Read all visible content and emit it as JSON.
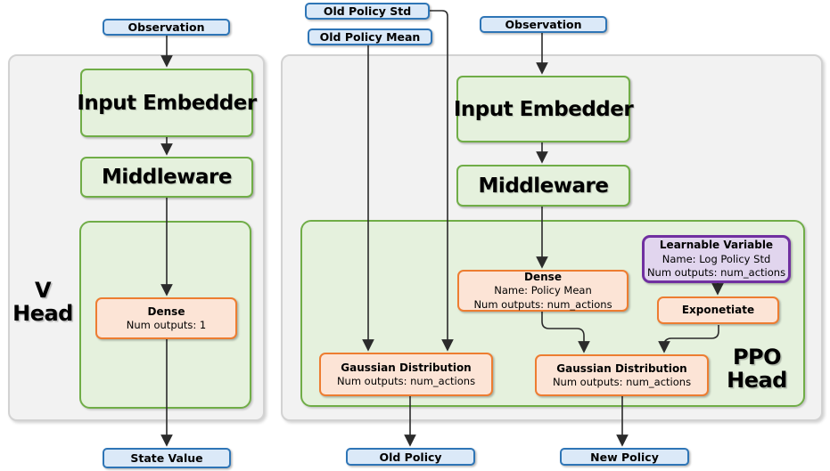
{
  "colors": {
    "blue_fill": "#dbe9f8",
    "blue_border": "#2e75b6",
    "green_fill": "#e5f1dd",
    "green_border": "#70ad47",
    "orange_fill": "#fce4d6",
    "orange_border": "#ed7d31",
    "purple_fill": "#e1d5ee",
    "purple_border": "#7030a0",
    "panel_fill": "#f2f2f2",
    "panel_border": "#d2d2d2",
    "arrow": "#2b2b2b"
  },
  "v_head": {
    "panel_label": {
      "line1": "V",
      "line2": "Head"
    },
    "observation": "Observation",
    "input_embedder": "Input Embedder",
    "middleware": "Middleware",
    "dense": {
      "title": "Dense",
      "line2": "Num outputs: 1"
    },
    "state_value": "State Value"
  },
  "ppo_head": {
    "panel_label": {
      "line1": "PPO",
      "line2": "Head"
    },
    "old_policy_std": "Old Policy Std",
    "old_policy_mean": "Old Policy Mean",
    "observation": "Observation",
    "input_embedder": "Input Embedder",
    "middleware": "Middleware",
    "dense_policy_mean": {
      "title": "Dense",
      "line2": "Name: Policy Mean",
      "line3": "Num outputs: num_actions"
    },
    "learnable_variable": {
      "title": "Learnable Variable",
      "line2": "Name: Log Policy Std",
      "line3": "Num outputs: num_actions"
    },
    "exponetiate": "Exponetiate",
    "gaussian_distribution_old": {
      "title": "Gaussian Distribution",
      "line2": "Num outputs: num_actions"
    },
    "gaussian_distribution_new": {
      "title": "Gaussian Distribution",
      "line2": "Num outputs: num_actions"
    },
    "old_policy": "Old Policy",
    "new_policy": "New Policy"
  }
}
